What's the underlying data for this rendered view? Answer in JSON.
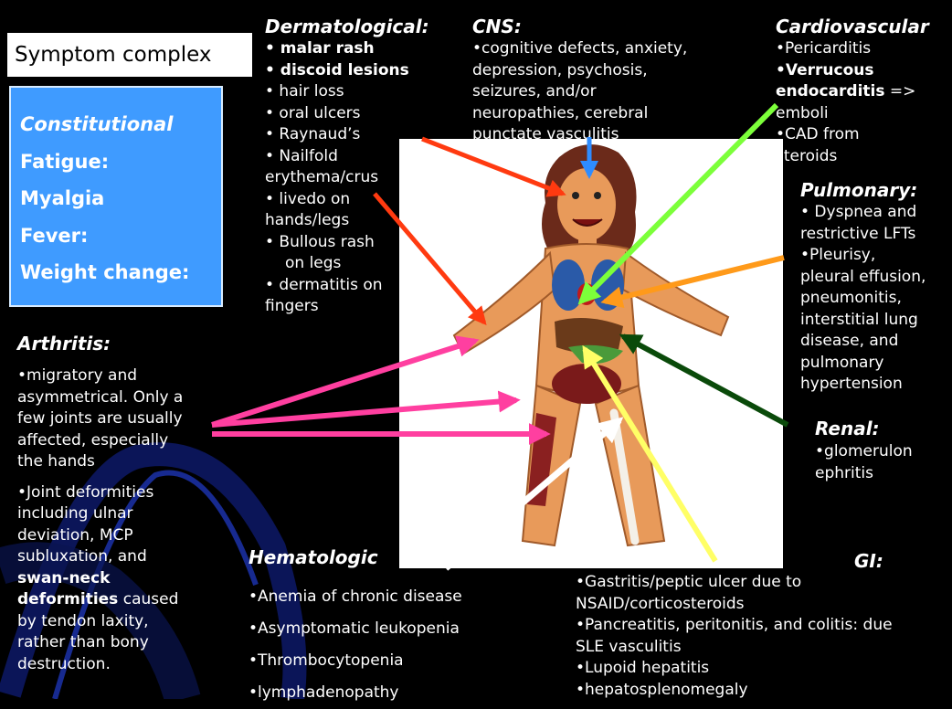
{
  "title": "Symptom complex",
  "constitutional": {
    "heading": "Constitutional",
    "items": [
      "Fatigue:",
      "Myalgia",
      "Fever:",
      "Weight change:"
    ]
  },
  "dermatological": {
    "heading": "Dermatological:",
    "lines": [
      "• malar rash",
      "• discoid lesions",
      "• hair loss",
      "• oral ulcers",
      "• Raynaud’s",
      "• Nailfold",
      "erythema/crus",
      "• livedo on",
      "hands/legs",
      "• Bullous rash",
      "on legs",
      "• dermatitis on",
      "fingers"
    ]
  },
  "cns": {
    "heading": "CNS:",
    "lines": [
      "•cognitive defects, anxiety,",
      "depression, psychosis,",
      "seizures, and/or",
      "neuropathies, cerebral",
      "punctate vasculitis"
    ]
  },
  "cardiovascular": {
    "heading": "Cardiovascular",
    "lines": [
      "•Pericarditis",
      "•Verrucous",
      "endocarditis",
      " =>",
      "emboli",
      "•CAD from",
      "steroids"
    ]
  },
  "pulmonary": {
    "heading": "Pulmonary:",
    "lines": [
      "• Dyspnea and",
      "restrictive LFTs",
      "•Pleurisy,",
      "pleural effusion,",
      "pneumonitis,",
      "interstitial lung",
      "disease, and",
      "pulmonary",
      "hypertension"
    ]
  },
  "renal": {
    "heading": "Renal:",
    "lines": [
      "•glomerulon",
      "ephritis"
    ]
  },
  "arthritis": {
    "heading": "Arthritis:",
    "lines": [
      "•migratory and",
      "asymmetrical. Only a",
      "few joints are usually",
      "affected, especially",
      "the hands",
      "•Joint deformities",
      "including ulnar",
      "deviation, MCP",
      "subluxation, and",
      "swan-neck",
      "deformities",
      " caused",
      "by tendon laxity,",
      "rather than bony",
      "destruction."
    ]
  },
  "hematologic": {
    "heading": "Hematologic",
    "lines": [
      "•Anemia of chronic disease",
      "•Asymptomatic leukopenia",
      "•Thrombocytopenia",
      "•lymphadenopathy"
    ]
  },
  "gi": {
    "heading": "GI:",
    "lines": [
      "•Gastritis/peptic ulcer due to",
      "NSAID/corticosteroids",
      "•Pancreatitis, peritonitis, and colitis: due",
      "SLE vasculitis",
      "•Lupoid hepatitis",
      "•hepatosplenomegaly"
    ]
  },
  "colors": {
    "constitutional_box": "#3f9bff",
    "arrow_red": "#ff3a10",
    "arrow_blue": "#2e8cff",
    "arrow_green": "#7cff3a",
    "arrow_orange": "#ff9a1a",
    "arrow_darkgreen": "#0a4a0a",
    "arrow_pink": "#ff3fa0",
    "arrow_white": "#ffffff",
    "arrow_yellow": "#ffff66"
  }
}
